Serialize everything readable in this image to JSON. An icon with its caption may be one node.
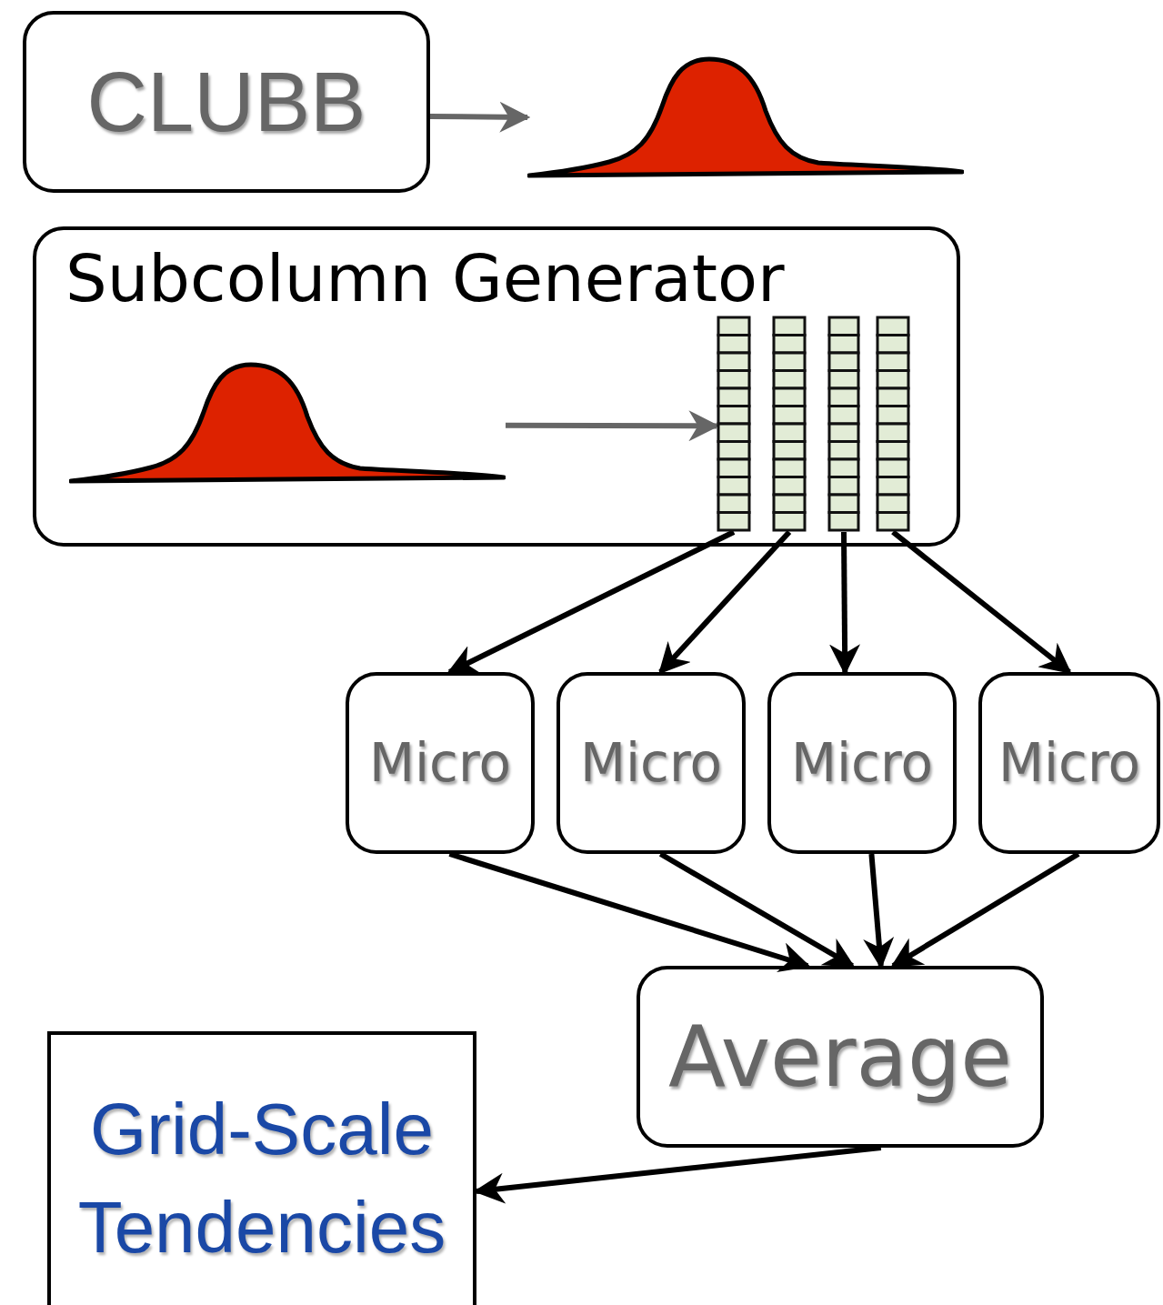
{
  "diagram": {
    "nodes": [
      {
        "text": [
          "CLUBB"
        ]
      },
      {
        "text": [],
        "shape": "picture"
      },
      {
        "text": [
          "Subcolumn Generator"
        ]
      },
      {
        "text": [],
        "shape": "picture",
        "in": 2
      },
      {
        "text": [],
        "shape": "bar",
        "in": 2
      },
      {
        "text": [],
        "shape": "bar",
        "in": 2
      },
      {
        "text": [],
        "shape": "bar",
        "in": 2
      },
      {
        "text": [],
        "shape": "bar",
        "in": 2
      },
      {
        "text": [
          "Micro"
        ]
      },
      {
        "text": [
          "Micro"
        ]
      },
      {
        "text": [
          "Micro"
        ]
      },
      {
        "text": [
          "Micro"
        ]
      },
      {
        "text": [
          "Average"
        ]
      },
      {
        "text": [
          "Grid-Scale Tendencies"
        ]
      }
    ],
    "edges": [
      {
        "from": 0,
        "to": 1,
        "arrow": "to",
        "color": "#666666"
      },
      {
        "from": 3,
        "to": 4,
        "arrow": "to",
        "color": "#666666"
      },
      {
        "from": 4,
        "to": 8,
        "arrow": "to"
      },
      {
        "from": 5,
        "to": 9,
        "arrow": "to"
      },
      {
        "from": 6,
        "to": 10,
        "arrow": "to"
      },
      {
        "from": 7,
        "to": 11,
        "arrow": "to"
      },
      {
        "from": 8,
        "to": 12,
        "arrow": "to"
      },
      {
        "from": 9,
        "to": 12,
        "arrow": "to"
      },
      {
        "from": 10,
        "to": 12,
        "arrow": "to"
      },
      {
        "from": 11,
        "to": 12,
        "arrow": "to"
      },
      {
        "from": 12,
        "to": 13,
        "arrow": "to"
      }
    ]
  }
}
